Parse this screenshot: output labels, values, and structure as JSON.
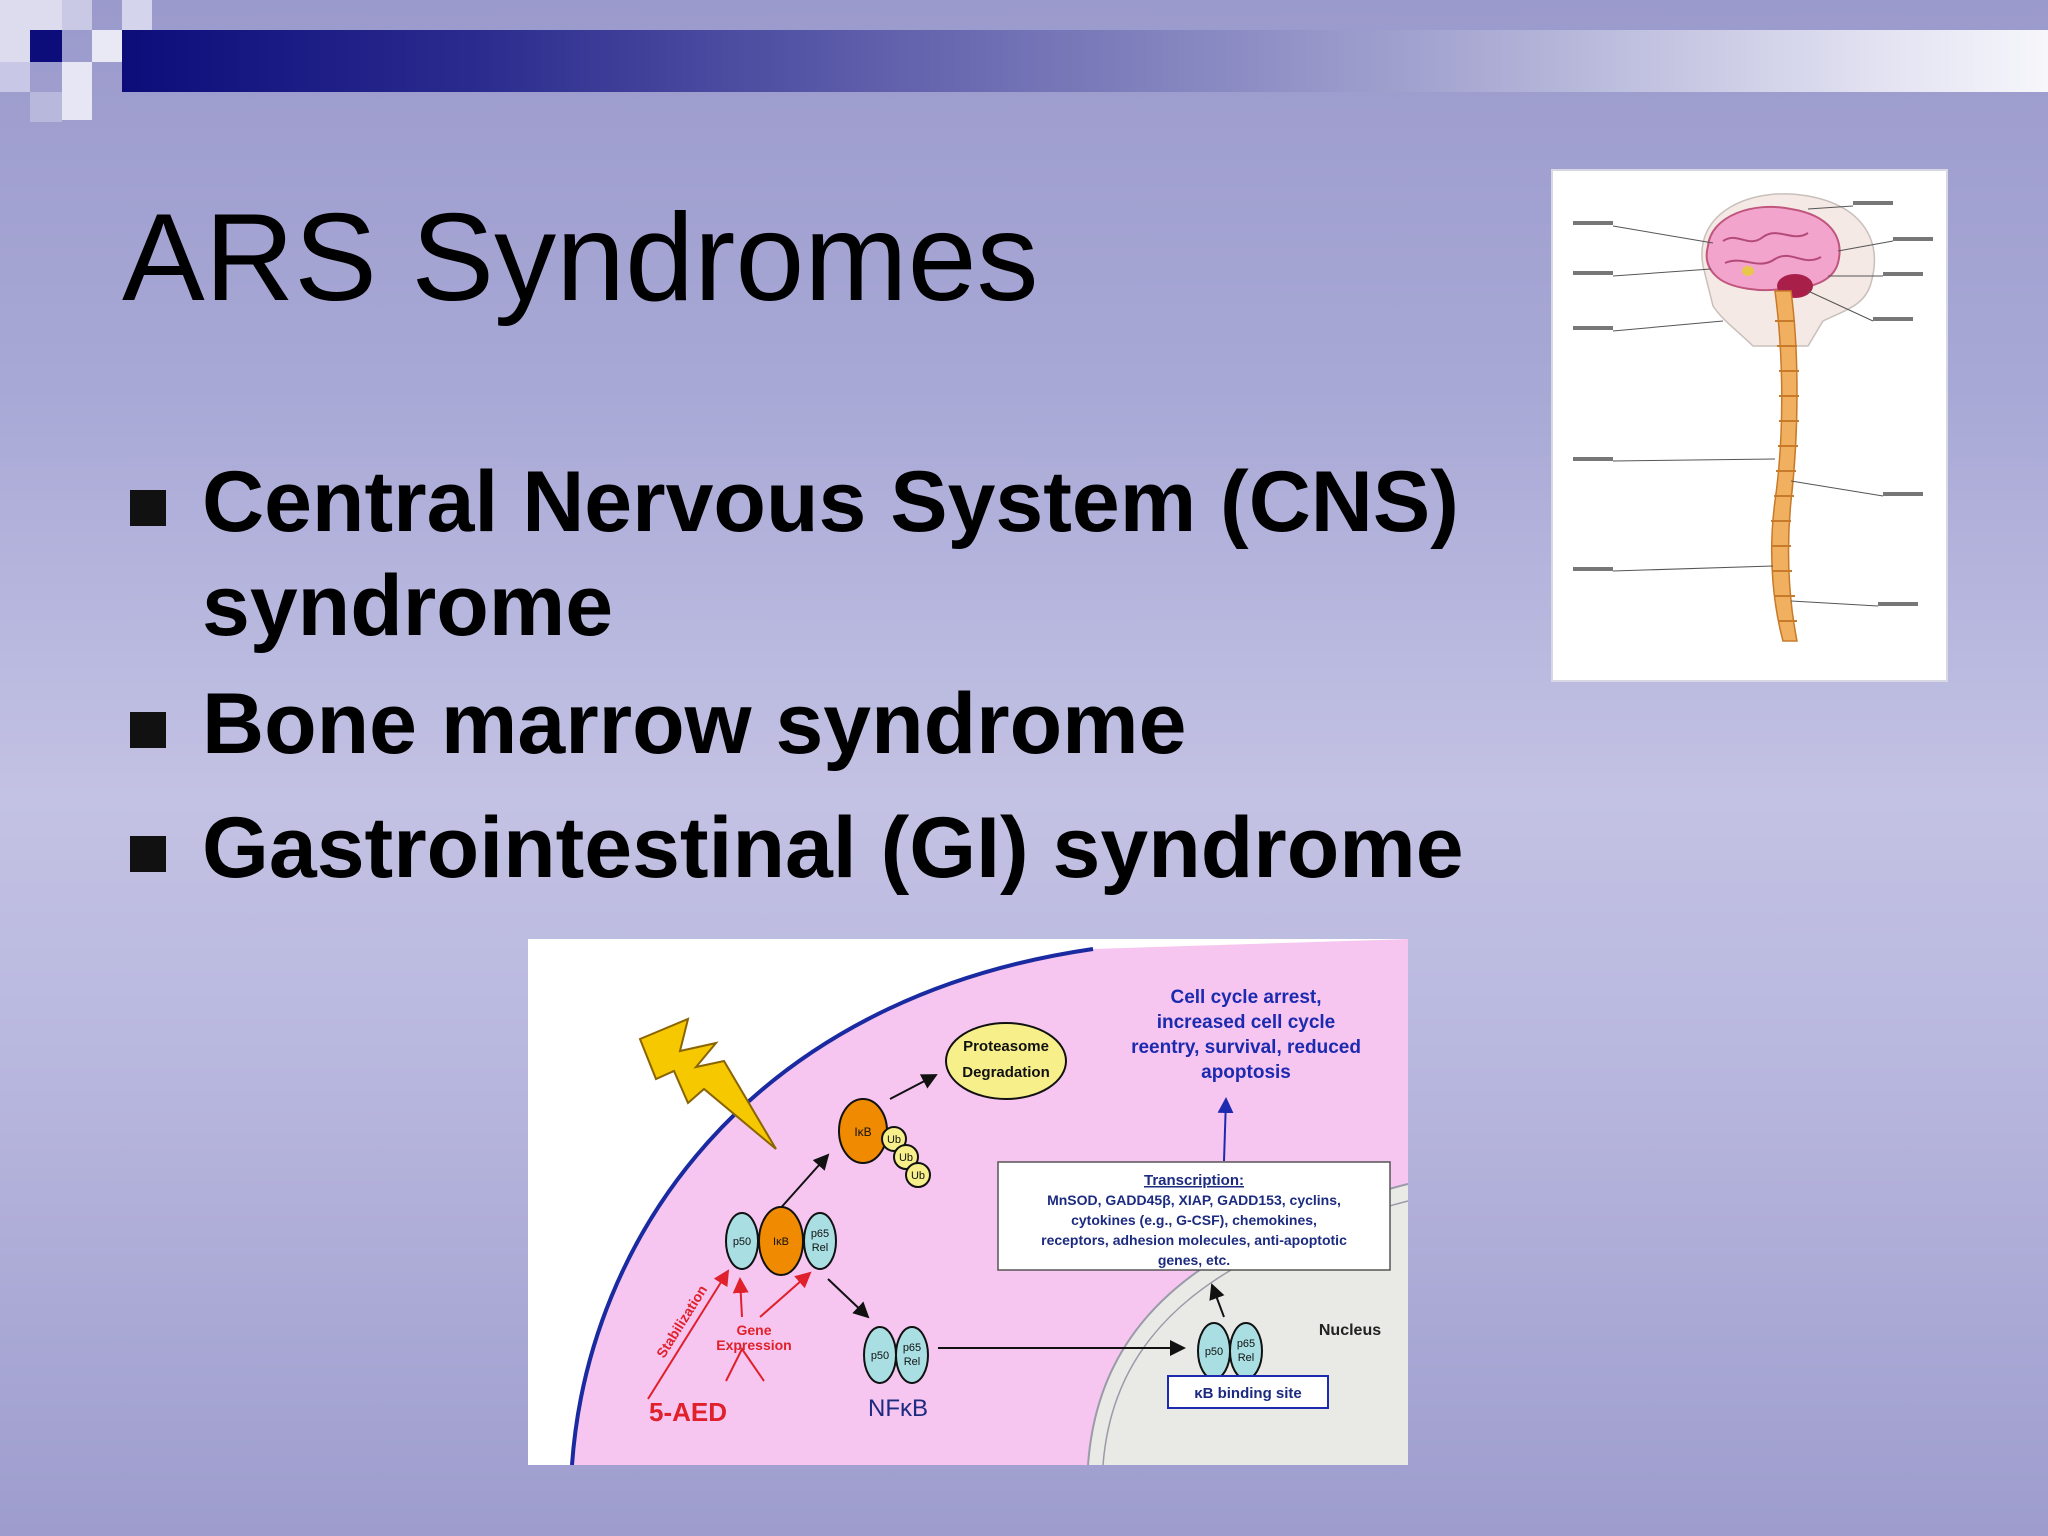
{
  "slide": {
    "title": "ARS Syndromes",
    "bullets": [
      "Central Nervous System (CNS) syndrome",
      "Bone marrow syndrome",
      "Gastrointestinal (GI) syndrome"
    ]
  },
  "diagram": {
    "outcome": [
      "Cell cycle arrest,",
      "increased cell cycle",
      "reentry, survival, reduced",
      "apoptosis"
    ],
    "proteasome": [
      "Proteasome",
      "Degradation"
    ],
    "transcription_title": "Transcription:",
    "transcription_lines": [
      "MnSOD, GADD45β, XIAP, GADD153, cyclins,",
      "cytokines (e.g., G-CSF), chemokines,",
      "receptors, adhesion molecules, anti-apoptotic",
      "genes, etc."
    ],
    "nucleus": "Nucleus",
    "binding_site": "κB binding site",
    "nfkb": "NFκB",
    "drug": "5-AED",
    "stabilization": "Stabilization",
    "gene_expression": [
      "Gene",
      "Expression"
    ],
    "molecules": {
      "p50": "p50",
      "ikb": "IκB",
      "p65": "p65",
      "rel": "Rel",
      "ub": "Ub"
    },
    "colors": {
      "membrane": "#1a2aa0",
      "cytoplasm": "#f6c6f0",
      "ikb": "#f08a00",
      "p50": "#a9dfe3",
      "ub": "#f7f08a",
      "drug": "#e0202a",
      "outcome": "#1c2ab0"
    }
  },
  "photo": {
    "subject": "brain-and-spinal-cord"
  }
}
